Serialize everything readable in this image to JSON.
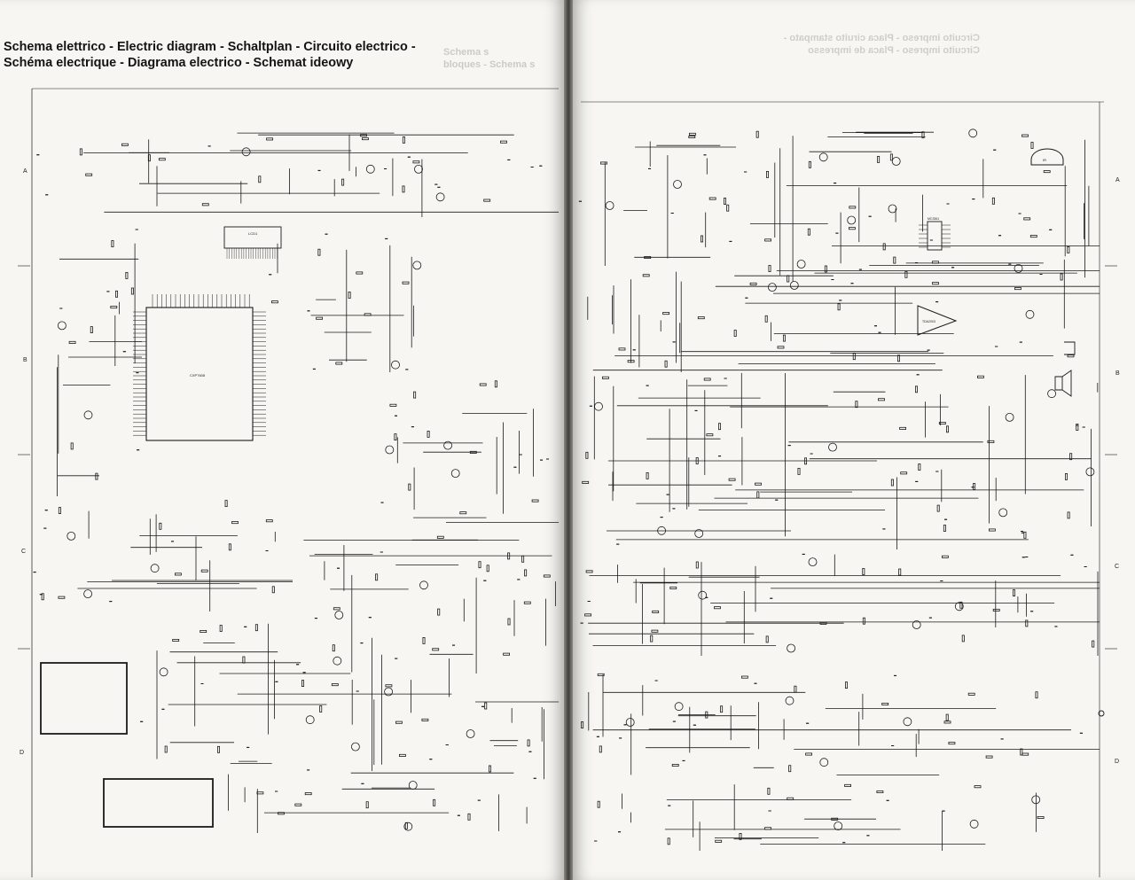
{
  "title": {
    "line1": "Schema elettrico - Electric diagram - Schaltplan - Circuito electrico -",
    "line2": "Schéma electrique - Diagrama electrico - Schemat ideowy"
  },
  "ghost_text": {
    "left_line1": "Schema s",
    "left_line2": "bloques - Schema s",
    "right_line1": "Circuito impreso - Placa ciruito stampato -",
    "right_line2": "Circuito impreso - Placa de impresso"
  },
  "grid_rows": {
    "A": "A",
    "B": "B",
    "C": "C",
    "D": "D"
  },
  "components": {
    "main_ic": "CXP7608",
    "lcd": "LCD1",
    "audio_amp": "TDA2003",
    "ir_sensor": "IR",
    "vco": "MC3361"
  },
  "colors": {
    "paper": "#f7f6f2",
    "ink": "#1a1a1a",
    "title": "#141414",
    "gutter": "#3f3d3a"
  }
}
